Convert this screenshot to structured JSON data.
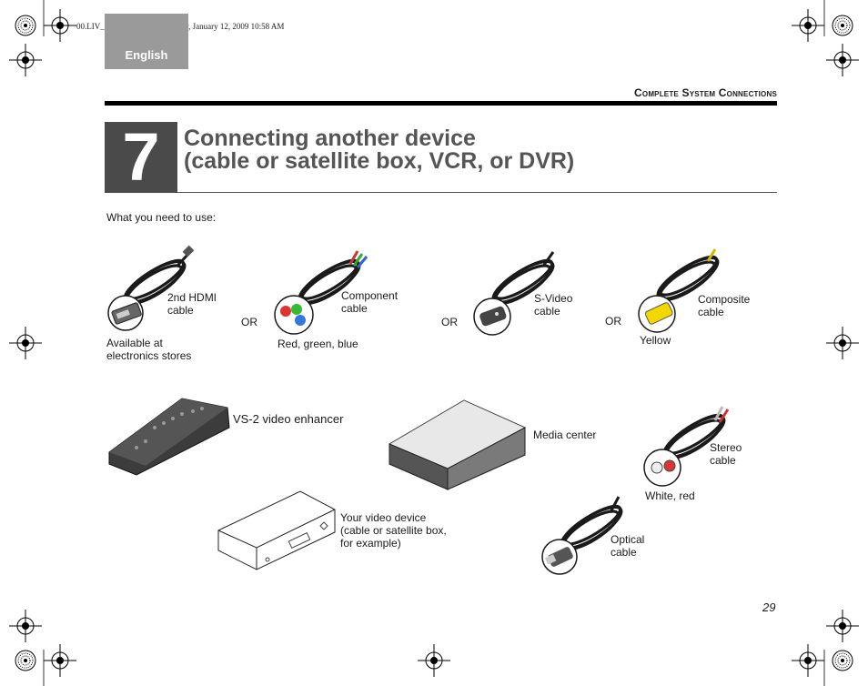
{
  "print_header": "00.LIV_IG.book  Page 29  Monday, January 12, 2009  10:58 AM",
  "language_tab": "English",
  "section_title": "Complete System Connections",
  "chapter": {
    "number": "7",
    "title_line1": "Connecting another device",
    "title_line2": "(cable or satellite box, VCR, or DVR)"
  },
  "intro": "What you need to use:",
  "cables": {
    "hdmi": {
      "label_line1": "2nd HDMI",
      "label_line2": "cable",
      "note_line1": "Available at",
      "note_line2": "electronics stores"
    },
    "component": {
      "label_line1": "Component",
      "label_line2": "cable",
      "note": "Red, green, blue"
    },
    "svideo": {
      "label_line1": "S-Video",
      "label_line2": "cable"
    },
    "composite": {
      "label_line1": "Composite",
      "label_line2": "cable",
      "note": "Yellow"
    },
    "or_label": "OR"
  },
  "devices": {
    "vs2": "VS-2 video enhancer",
    "media_center": "Media center",
    "stereo": {
      "label_line1": "Stereo",
      "label_line2": "cable",
      "note": "White, red"
    },
    "video_device": {
      "line1": "Your video device",
      "line2": "(cable or satellite box,",
      "line3": "for example)"
    },
    "optical": {
      "label_line1": "Optical",
      "label_line2": "cable"
    }
  },
  "page_number": "29",
  "colors": {
    "chapter_box": "#4a4a4a",
    "language_tab": "#9a9a9a",
    "title_text": "#555555"
  }
}
